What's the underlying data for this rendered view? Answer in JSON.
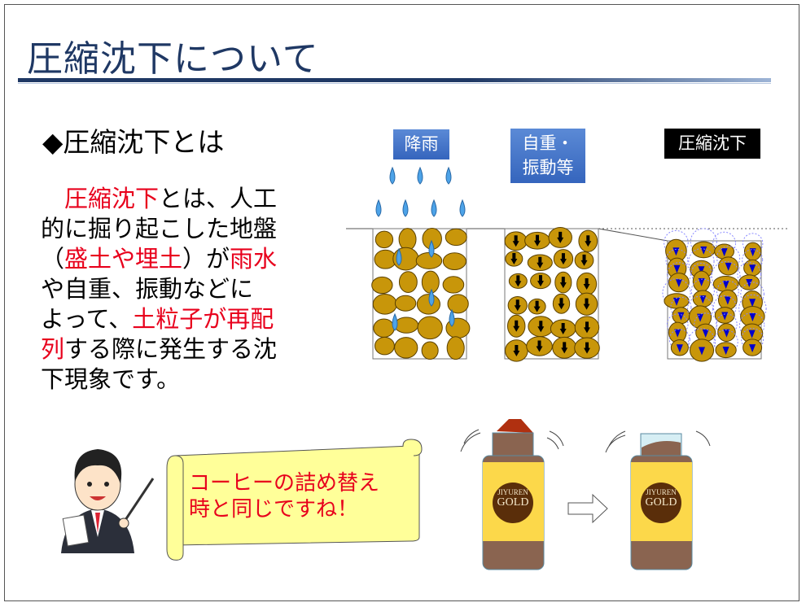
{
  "slide": {
    "title": "圧縮沈下について",
    "heading": "◆圧縮沈下とは",
    "body_lines": [
      [
        {
          "t": "　"
        },
        {
          "t": "圧縮沈下",
          "red": true
        },
        {
          "t": "とは、人工"
        }
      ],
      [
        {
          "t": "的に掘り起こした地盤"
        }
      ],
      [
        {
          "t": "（"
        },
        {
          "t": "盛土や埋土",
          "red": true
        },
        {
          "t": "）が"
        },
        {
          "t": "雨水",
          "red": true
        }
      ],
      [
        {
          "t": "や自重、振動などに"
        }
      ],
      [
        {
          "t": "よって、"
        },
        {
          "t": "土粒子が再配",
          "red": true
        }
      ],
      [
        {
          "t": "列",
          "red": true
        },
        {
          "t": "する際に発生する沈"
        }
      ],
      [
        {
          "t": "下現象です。"
        }
      ]
    ],
    "diagram": {
      "label_rain": "降雨",
      "label_weight_line1": "自重・",
      "label_weight_line2": "振動等",
      "label_compression": "圧縮沈下"
    },
    "speech": {
      "line1": "コーヒーの詰め替え",
      "line2": "時と同じですね！"
    },
    "jars": [
      {
        "brand_line1": "JIYUREN",
        "brand_line2": "GOLD"
      },
      {
        "brand_line1": "JIYUREN",
        "brand_line2": "GOLD"
      }
    ],
    "colors": {
      "title": "#1f3864",
      "accent_red": "#e8001c",
      "soil": "#c8960a",
      "water": "#4da3e8",
      "scroll": "#ffff99"
    }
  }
}
